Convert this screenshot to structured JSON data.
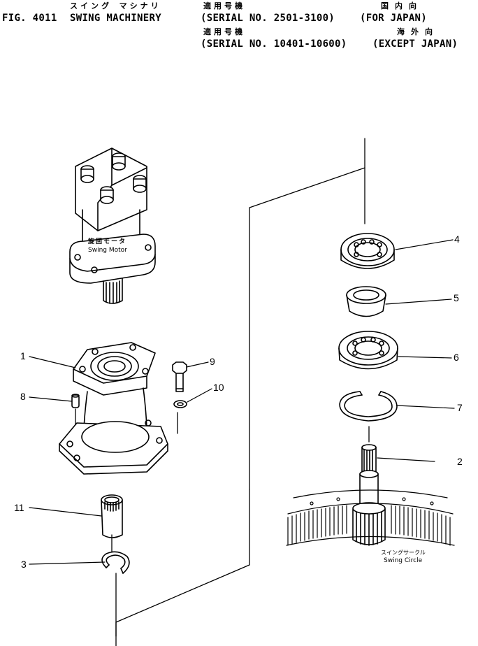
{
  "header": {
    "fig": "FIG. 4011",
    "kana_title": "スイング マシナリ",
    "title": "SWING MACHINERY",
    "applicable_model_1": "適用号機",
    "serial_1": "(SERIAL NO. 2501-3100)",
    "region_1_jp": "国内向",
    "region_1": "(FOR JAPAN)",
    "applicable_model_2": "適用号機",
    "serial_2": "(SERIAL NO. 10401-10600)",
    "region_2_jp": "海外向",
    "region_2": "(EXCEPT JAPAN)"
  },
  "labels": {
    "swing_motor_jp": "旋回モータ",
    "swing_motor": "Swing Motor",
    "swing_circle_jp": "スイングサークル",
    "swing_circle": "Swing Circle"
  },
  "callouts": [
    {
      "id": "1",
      "part": "housing"
    },
    {
      "id": "2",
      "part": "shaft-pinion"
    },
    {
      "id": "3",
      "part": "snap-ring"
    },
    {
      "id": "4",
      "part": "bearing-upper"
    },
    {
      "id": "5",
      "part": "spacer"
    },
    {
      "id": "6",
      "part": "bearing-lower"
    },
    {
      "id": "7",
      "part": "retaining-ring"
    },
    {
      "id": "8",
      "part": "dowel-pin"
    },
    {
      "id": "9",
      "part": "bolt"
    },
    {
      "id": "10",
      "part": "washer"
    },
    {
      "id": "11",
      "part": "bushing"
    }
  ]
}
